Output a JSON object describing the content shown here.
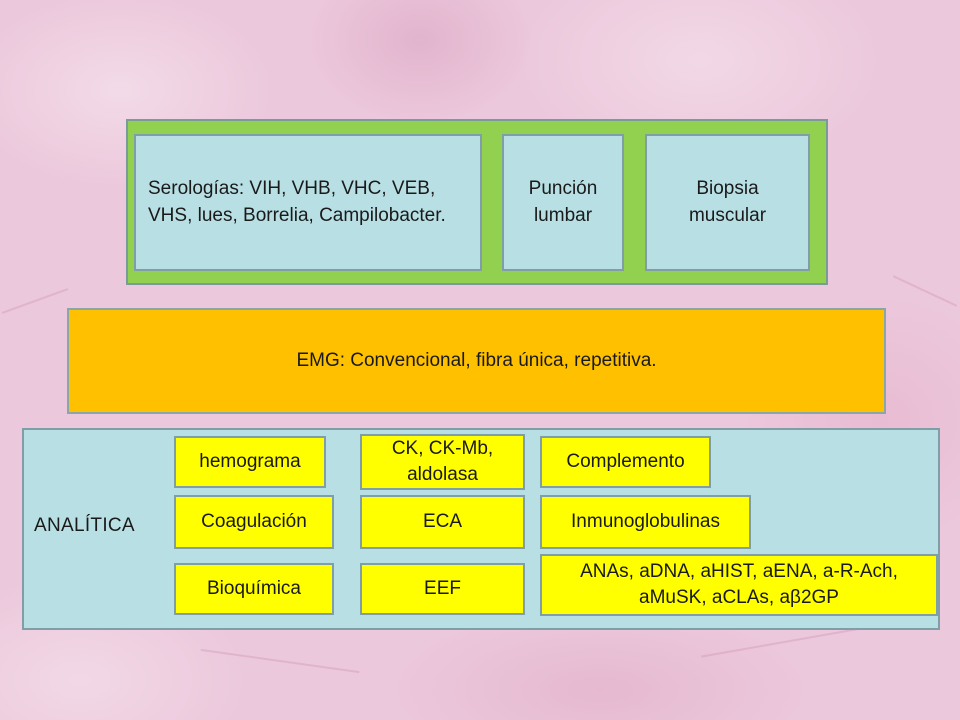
{
  "top_panel": {
    "serologias": "Serologías: VIH, VHB, VHC, VEB, VHS, lues, Borrelia, Campilobacter.",
    "puncion": "Punción lumbar",
    "biopsia": "Biopsia muscular"
  },
  "emg": "EMG: Convencional, fibra única, repetitiva.",
  "analitica": {
    "label": "ANALÍTICA",
    "hemograma": "hemograma",
    "ck": "CK, CK-Mb, aldolasa",
    "complemento": "Complemento",
    "coagulacion": "Coagulación",
    "eca": "ECA",
    "inmunoglobulinas": "Inmunoglobulinas",
    "bioquimica": "Bioquímica",
    "eef": "EEF",
    "anas": "ANAs, aDNA, aHIST, aENA, a-R-Ach, aMuSK, aCLAs, aβ2GP"
  },
  "colors": {
    "green": "#92d050",
    "teal": "#b8e0e4",
    "orange": "#ffc000",
    "yellow": "#ffff00",
    "background": "#ecc8dc"
  }
}
